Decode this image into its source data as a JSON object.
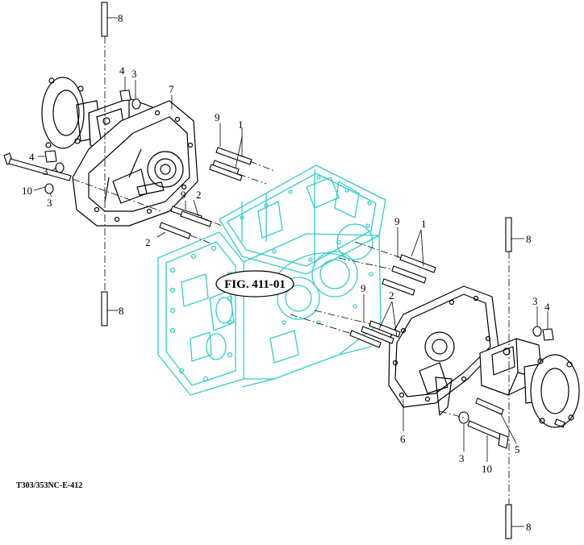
{
  "figure_reference": "FIG. 411-01",
  "drawing_code": "T303/353NC-E-412",
  "colors": {
    "housing_outline": "#33cccc",
    "part_outline": "#000000",
    "background": "#ffffff"
  },
  "callouts": [
    {
      "id": "c8a",
      "label": "8"
    },
    {
      "id": "c4a",
      "label": "4"
    },
    {
      "id": "c3a",
      "label": "3"
    },
    {
      "id": "c7",
      "label": "7"
    },
    {
      "id": "c9a",
      "label": "9"
    },
    {
      "id": "c1a",
      "label": "1"
    },
    {
      "id": "c4b",
      "label": "4"
    },
    {
      "id": "c3b",
      "label": "3"
    },
    {
      "id": "c10a",
      "label": "10"
    },
    {
      "id": "c3c",
      "label": "3"
    },
    {
      "id": "c9b",
      "label": "9"
    },
    {
      "id": "c2a",
      "label": "2"
    },
    {
      "id": "c2b",
      "label": "2"
    },
    {
      "id": "c9c",
      "label": "9"
    },
    {
      "id": "c1b",
      "label": "1"
    },
    {
      "id": "c8b",
      "label": "8"
    },
    {
      "id": "c8c",
      "label": "8"
    },
    {
      "id": "c9d",
      "label": "9"
    },
    {
      "id": "c2c",
      "label": "2"
    },
    {
      "id": "c3d",
      "label": "3"
    },
    {
      "id": "c4c",
      "label": "4"
    },
    {
      "id": "c6",
      "label": "6"
    },
    {
      "id": "c5",
      "label": "5"
    },
    {
      "id": "c3e",
      "label": "3"
    },
    {
      "id": "c10b",
      "label": "10"
    },
    {
      "id": "c8d",
      "label": "8"
    }
  ]
}
